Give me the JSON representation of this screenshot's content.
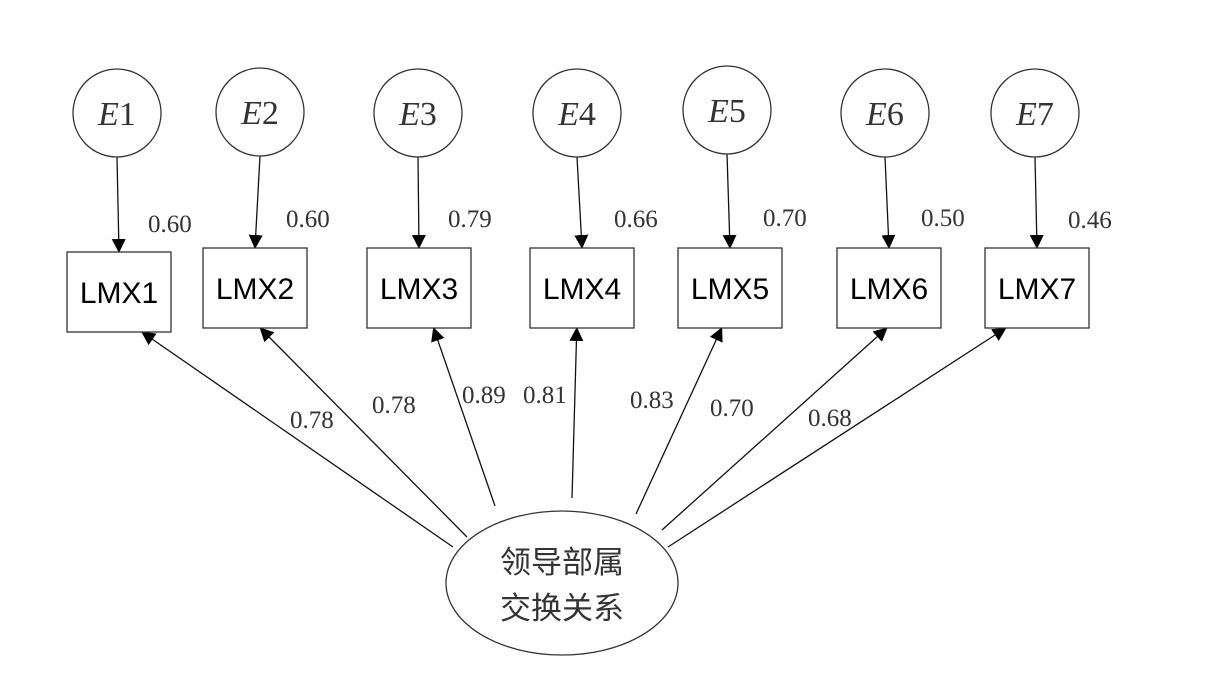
{
  "diagram": {
    "type": "cfa-path-diagram",
    "latent": {
      "label_line1": "领导部属",
      "label_line2": "交换关系"
    },
    "errors": [
      {
        "letter": "E",
        "num": "1"
      },
      {
        "letter": "E",
        "num": "2"
      },
      {
        "letter": "E",
        "num": "3"
      },
      {
        "letter": "E",
        "num": "4"
      },
      {
        "letter": "E",
        "num": "5"
      },
      {
        "letter": "E",
        "num": "6"
      },
      {
        "letter": "E",
        "num": "7"
      }
    ],
    "indicators": [
      {
        "label": "LMX1",
        "error_value": "0.60",
        "loading": "0.78"
      },
      {
        "label": "LMX2",
        "error_value": "0.60",
        "loading": "0.78"
      },
      {
        "label": "LMX3",
        "error_value": "0.79",
        "loading": "0.89"
      },
      {
        "label": "LMX4",
        "error_value": "0.66",
        "loading": "0.81"
      },
      {
        "label": "LMX5",
        "error_value": "0.70",
        "loading": "0.83"
      },
      {
        "label": "LMX6",
        "error_value": "0.50",
        "loading": "0.70"
      },
      {
        "label": "LMX7",
        "error_value": "0.46",
        "loading": "0.68"
      }
    ]
  }
}
